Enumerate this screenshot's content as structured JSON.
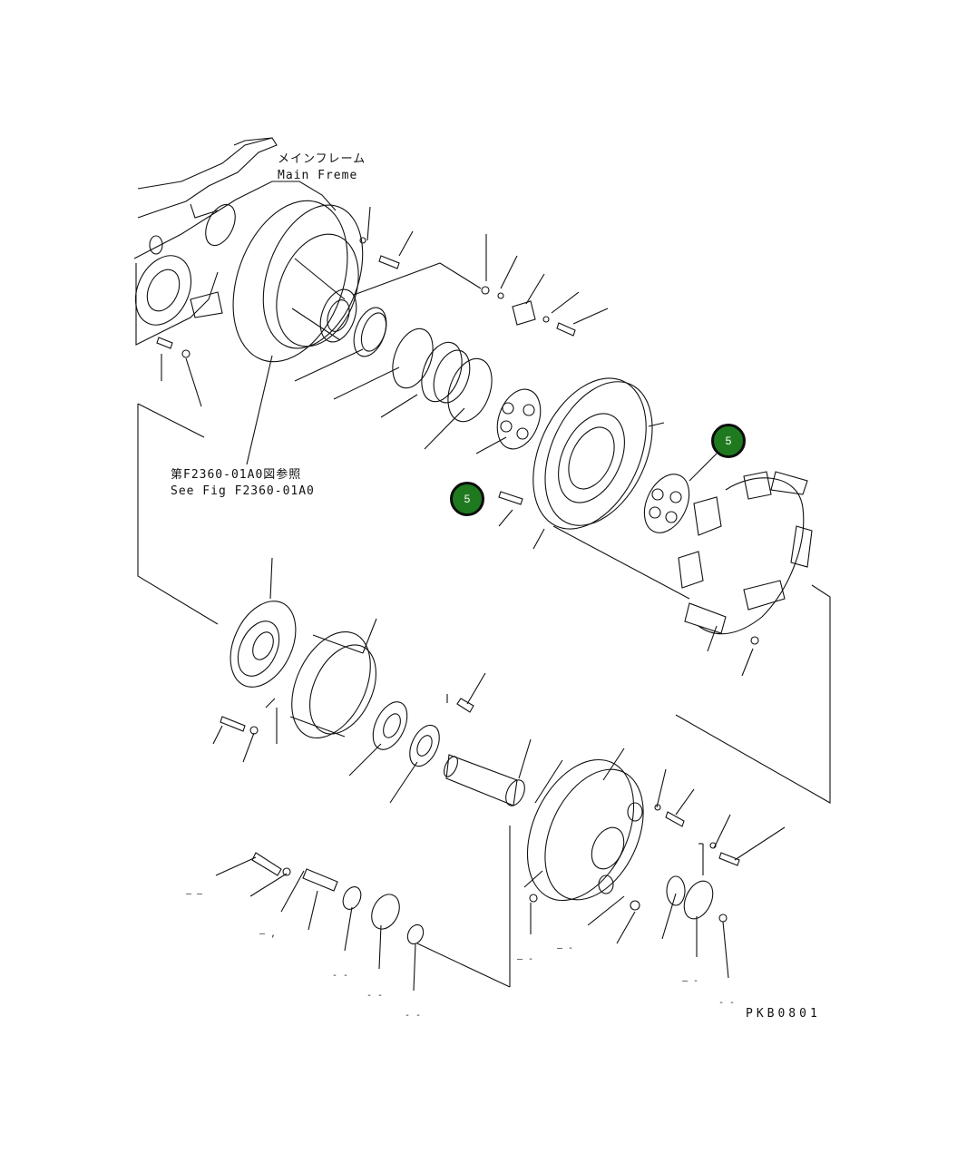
{
  "labels": {
    "main_frame_jp": "メインフレーム",
    "main_frame_en": "Main Freme",
    "see_fig_jp": "第F2360-01A0図参照",
    "see_fig_en": "See Fig F2360-01A0",
    "drawing_code": "PKB0801"
  },
  "callouts": [
    {
      "number": "5"
    },
    {
      "number": "5"
    }
  ],
  "colors": {
    "callout_fill": "#1f7a1f",
    "line": "#111111"
  }
}
